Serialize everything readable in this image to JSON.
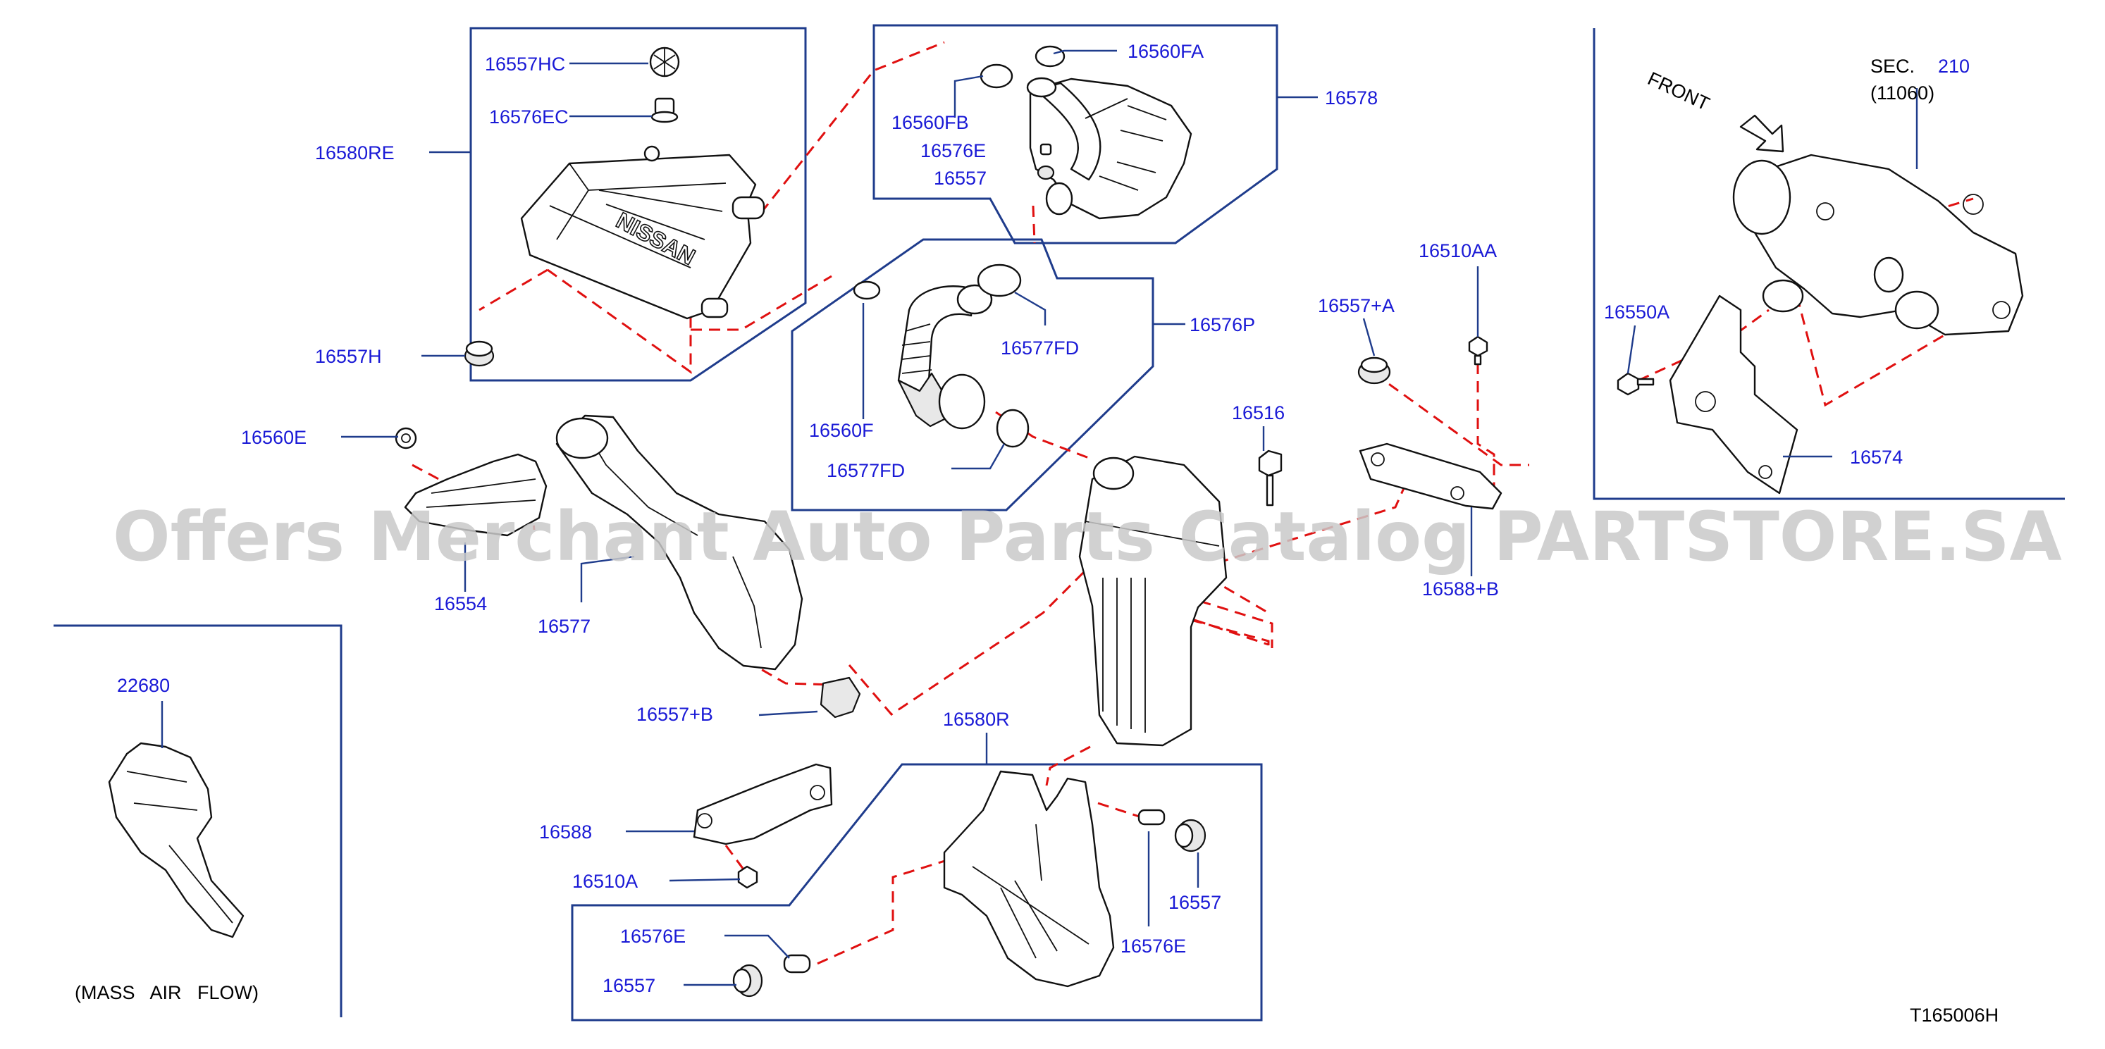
{
  "diagram": {
    "watermark": "Offers Merchant Auto Parts Catalog PARTSTORE.SA",
    "drawing_id": "T165006H",
    "front_label": "FRONT",
    "section_ref": {
      "prefix": "SEC.",
      "number": "210",
      "sub": "(11060)"
    },
    "maf_caption": "(MASS   AIR   FLOW)",
    "case_logo": "NISSAN",
    "part_labels": {
      "p16557HC": "16557HC",
      "p16576EC": "16576EC",
      "p16580RE": "16580RE",
      "p16557H": "16557H",
      "p16560FA": "16560FA",
      "p16578": "16578",
      "p16560FB": "16560FB",
      "p16576E_top": "16576E",
      "p16557_top": "16557",
      "p16576P": "16576P",
      "p16577FD_top": "16577FD",
      "p16560F": "16560F",
      "p16577FD_bot": "16577FD",
      "p16560E": "16560E",
      "p16554": "16554",
      "p16577": "16577",
      "p16557B": "16557+B",
      "p16516": "16516",
      "p16557A": "16557+A",
      "p16510AA": "16510AA",
      "p16588B": "16588+B",
      "p16550A": "16550A",
      "p16574": "16574",
      "p22680": "22680",
      "p16580R": "16580R",
      "p16588": "16588",
      "p16510A": "16510A",
      "p16557_right": "16557",
      "p16576E_mid": "16576E",
      "p16576E_bot": "16576E",
      "p16557_bot": "16557"
    }
  }
}
